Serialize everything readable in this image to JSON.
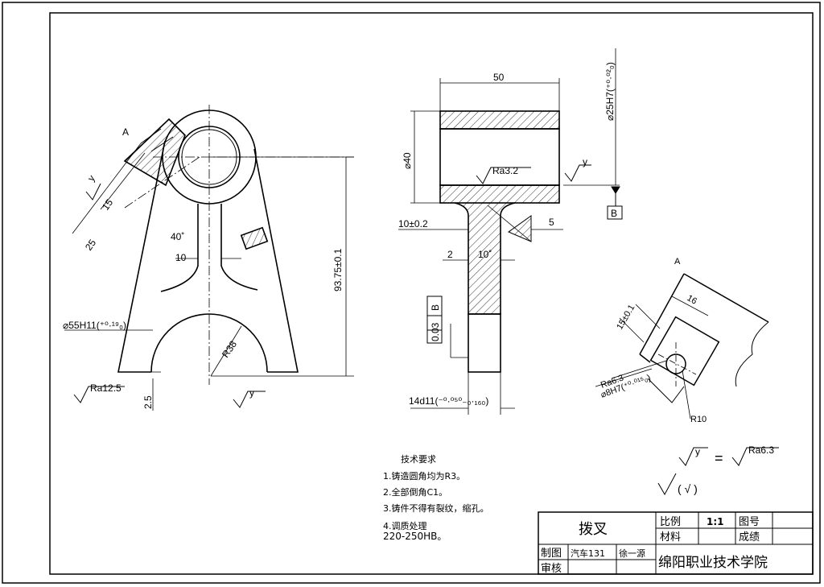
{
  "dims": {
    "d55": "⌀55H11(⁺⁰·¹⁹₀)",
    "ra125": "Ra12.5",
    "d25": "2.5",
    "d15": "15",
    "d25b": "25",
    "ang40": "40˚",
    "d10": "10",
    "r38": "R38",
    "d9375": "93.75±0.1",
    "y": "y",
    "a": "A",
    "d50": "50",
    "d40": "⌀40",
    "d25h7": "⌀25H7(⁺⁰·⁰²₀)",
    "ra32": "Ra3.2",
    "b": "B",
    "d10pm": "10±0.2",
    "d5": "5",
    "d2": "2",
    "ang10": "10˚",
    "tol": "0.03",
    "tolref": "B",
    "d14": "14d11(⁻⁰·⁰⁵⁰₋₀·₁₆₀)",
    "a2": "A",
    "d16": "16",
    "d15pm": "15±0.1",
    "ra63": "Ra6.3",
    "d8h7": "⌀8H7(⁺⁰·⁰¹⁵₀)",
    "r10": "R10"
  },
  "legend": {
    "y": "y",
    "eq": "=",
    "ra": "Ra6.3",
    "paren": "( √ )"
  },
  "notes": {
    "title": "技术要求",
    "l1": "1.铸造圆角均为R3。",
    "l2": "2.全部倒角C1。",
    "l3": "3.铸件不得有裂纹，缩孔。",
    "l4a": "4.调质处理",
    "l4b": "220-250HB。"
  },
  "titleblock": {
    "name": "拨叉",
    "scale_label": "比例",
    "scale": "1:1",
    "drawing_no_label": "图号",
    "material_label": "材料",
    "grade_label": "成绩",
    "drawn_label": "制图",
    "drawn_class": "汽车131",
    "drawn_by": "徐一源",
    "checked_label": "审核",
    "school": "绵阳职业技术学院"
  }
}
